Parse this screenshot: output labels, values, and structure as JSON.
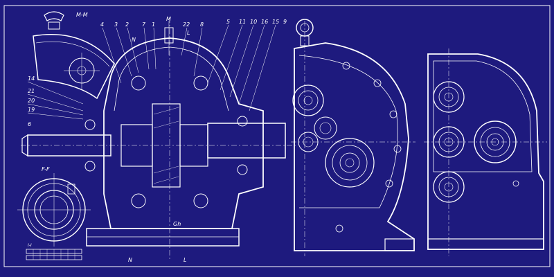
{
  "colors": {
    "background": "#1e1a7e",
    "lines": "#ffffff"
  },
  "section_labels": {
    "m_m": "M-M",
    "f_f": "F-F",
    "i_i": "I-I"
  },
  "callouts": {
    "c4": "4",
    "c3": "3",
    "c2": "2",
    "c7": "7",
    "c1": "1",
    "c22": "22",
    "c8": "8",
    "c5": "5",
    "c11": "11",
    "c10": "10",
    "c16": "16",
    "c15": "15",
    "c9": "9",
    "c14": "14",
    "c21": "21",
    "c20": "20",
    "c19": "19",
    "c6": "6"
  },
  "markers": {
    "m_top": "M",
    "l_top": "L",
    "n_top": "N",
    "gh": "Gh",
    "n_bottom": "N",
    "l_bottom": "L"
  }
}
